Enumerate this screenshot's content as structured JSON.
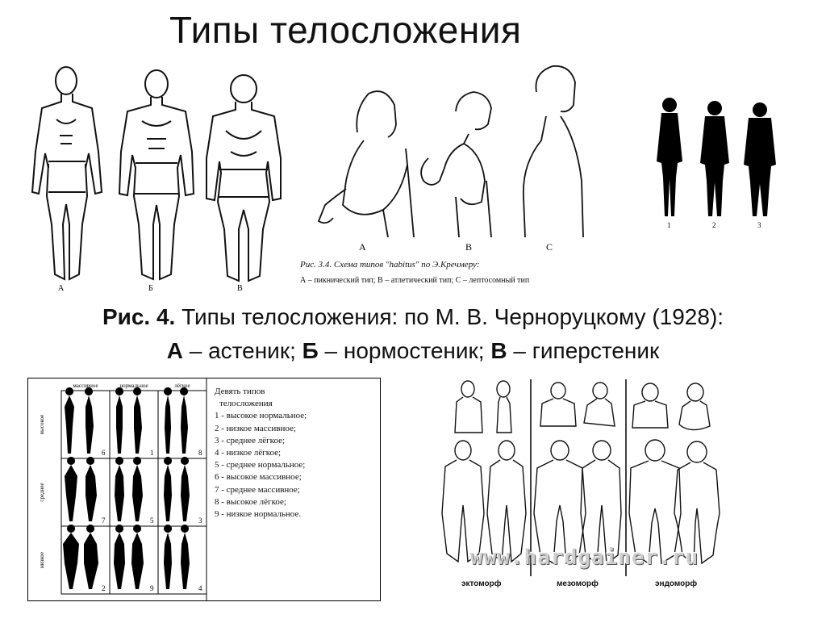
{
  "page": {
    "title": "Типы телосложения"
  },
  "figure_chernoruckiy": {
    "labels": [
      "А",
      "Б",
      "В"
    ]
  },
  "figure_kretschmer": {
    "labels": [
      "A",
      "B",
      "C"
    ],
    "caption": "Рис. 3.4. Схема типов \"habitus\" по Э.Кречмеру:",
    "sub_caption": "А – пикнический тип; В – атлетический тип; С – лептосомный тип"
  },
  "figure_silhouettes": {
    "labels": [
      "1",
      "2",
      "3"
    ]
  },
  "main_caption": {
    "fig_prefix": "Рис. 4.",
    "line1_text": " Типы телосложения: по М. В. Черноруцкому (1928):",
    "a_letter": "А",
    "a_text": " – астеник; ",
    "b_letter": "Б",
    "b_text": " – нормостеник; ",
    "v_letter": "В",
    "v_text": " – гиперстеник"
  },
  "nine_types": {
    "column_headers": [
      "массивное",
      "нормальное",
      "лёгкое"
    ],
    "row_headers": [
      "высокое",
      "среднее",
      "низкое"
    ],
    "cell_numbers": [
      [
        "6",
        "1",
        "8"
      ],
      [
        "7",
        "5",
        "3"
      ],
      [
        "2",
        "9",
        "4"
      ]
    ],
    "heading": "Девять типов",
    "heading2": "телосложения",
    "items": [
      "1 - высокое нормальное;",
      "2 - низкое массивное;",
      "3 - среднее лёгкое;",
      "4 - низкое лёгкое;",
      "5 - среднее нормальное;",
      "6 - высокое массивное;",
      "7 - среднее массивное;",
      "8 - высокое лёгкое;",
      "9 - низкое нормальное."
    ]
  },
  "somatotypes": {
    "labels": [
      "эктоморф",
      "мезоморф",
      "эндоморф"
    ],
    "watermark": "www.hardgainer.ru"
  }
}
